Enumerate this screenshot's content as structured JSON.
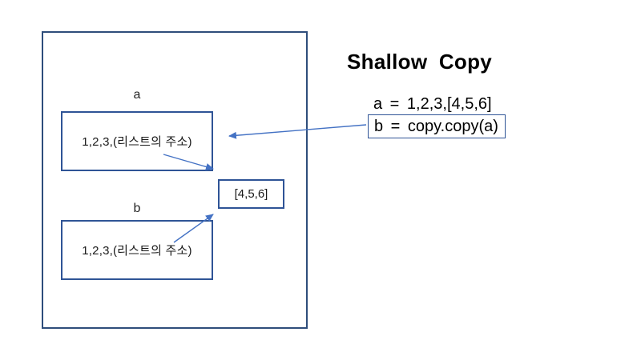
{
  "title": "Shallow Copy",
  "code": {
    "line_a": "a = 1,2,3,[4,5,6]",
    "line_b": "b = copy.copy(a)"
  },
  "memory_diagram": {
    "var_a_label": "a",
    "var_a_content": "1,2,3,(리스트의 주소)",
    "var_b_label": "b",
    "var_b_content": "1,2,3,(리스트의 주소)",
    "list_value": "[4,5,6]"
  },
  "colors": {
    "outer_border": "#2e4d7b",
    "box_border": "#2f5496",
    "arrow": "#4472c4",
    "text": "#1a1a1a"
  }
}
